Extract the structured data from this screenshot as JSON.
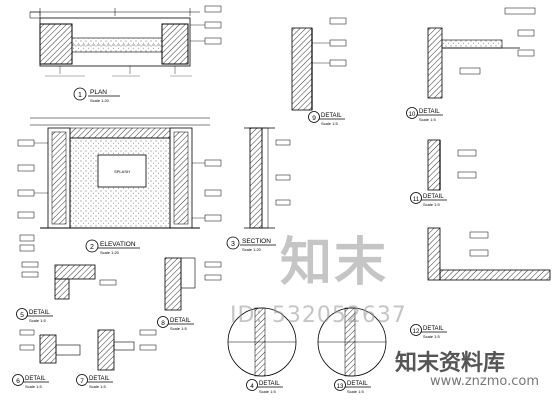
{
  "views": {
    "plan": {
      "num": "1",
      "title": "PLAN",
      "scale": "Scale 1:20"
    },
    "elevation": {
      "num": "2",
      "title": "ELEVATION",
      "scale": "Scale 1:20"
    },
    "section": {
      "num": "3",
      "title": "SECTION",
      "scale": "Scale 1:20"
    },
    "d4": {
      "num": "4",
      "title": "DETAIL",
      "scale": "Scale 1:5"
    },
    "d5": {
      "num": "5",
      "title": "DETAIL",
      "scale": "Scale 1:5"
    },
    "d6": {
      "num": "6",
      "title": "DETAIL",
      "scale": "Scale 1:5"
    },
    "d7": {
      "num": "7",
      "title": "DETAIL",
      "scale": "Scale 1:5"
    },
    "d8": {
      "num": "8",
      "title": "DETAIL",
      "scale": "Scale 1:5"
    },
    "d9": {
      "num": "9",
      "title": "DETAIL",
      "scale": "Scale 1:5"
    },
    "d10": {
      "num": "10",
      "title": "DETAIL",
      "scale": "Scale 1:5"
    },
    "d11": {
      "num": "11",
      "title": "DETAIL",
      "scale": "Scale 1:5"
    },
    "d12": {
      "num": "12",
      "title": "DETAIL",
      "scale": "Scale 1:5"
    },
    "d13": {
      "num": "13",
      "title": "DETAIL",
      "scale": "Scale 1:5"
    }
  },
  "elevation_center_label": "SPLASH",
  "watermarks": {
    "zhimo": "知末",
    "id": "ID: 532052637",
    "brand": "知末资料库",
    "url": "www.znzmo.com"
  }
}
